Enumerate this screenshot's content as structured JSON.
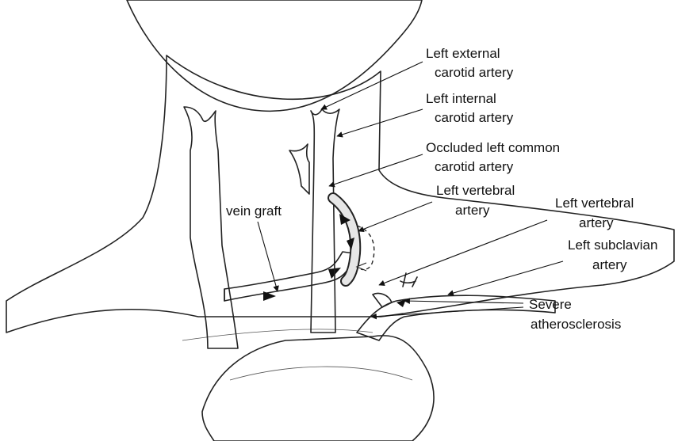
{
  "labels": {
    "left_external_carotid": [
      "Left external",
      "carotid artery"
    ],
    "left_internal_carotid": [
      "Left internal",
      "carotid artery"
    ],
    "occluded_common_carotid": [
      "Occluded left common",
      "carotid artery"
    ],
    "left_vertebral_1": [
      "Left vertebral",
      "artery"
    ],
    "left_vertebral_2": [
      "Left vertebral",
      "artery"
    ],
    "left_subclavian": [
      "Left subclavian",
      "artery"
    ],
    "severe_atherosclerosis": [
      "Severe",
      "atherosclerosis"
    ],
    "vein_graft": "vein graft"
  },
  "colors": {
    "ink": "#222222",
    "tissue": "#e8e8e8",
    "vessel": "#d6d6d6",
    "occluded": "#9a9a9a",
    "flow_arrow": "#111111"
  }
}
